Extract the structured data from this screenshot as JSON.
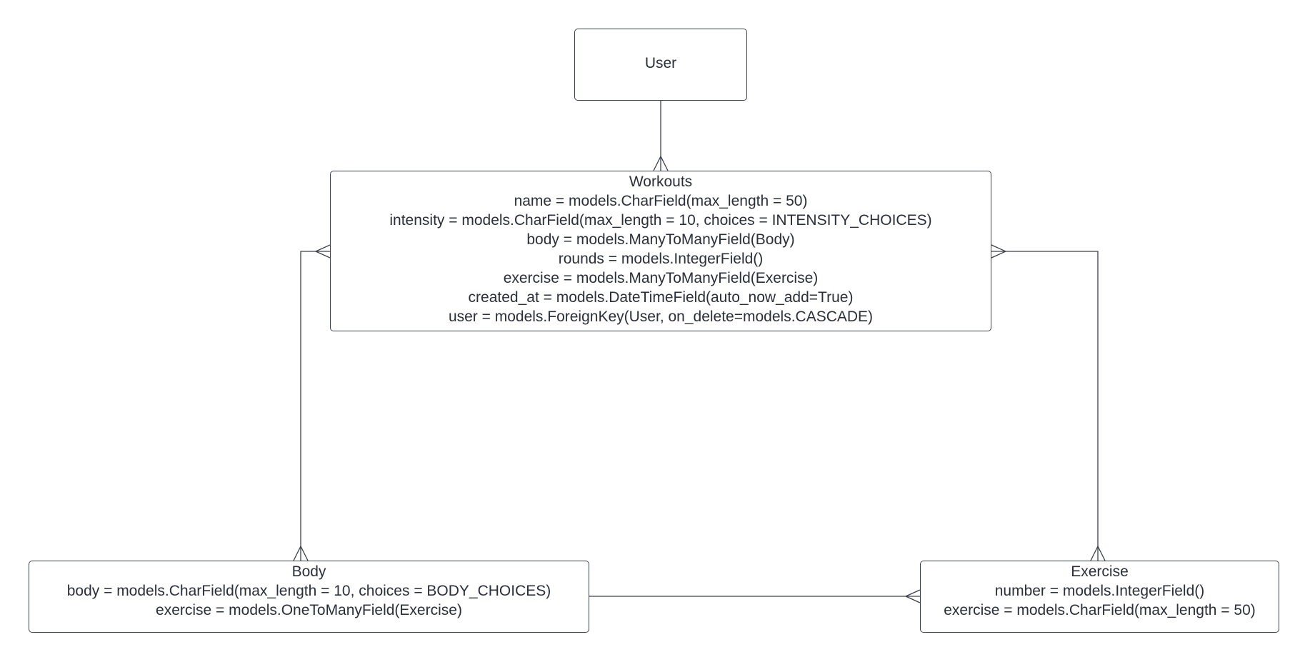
{
  "diagram": {
    "entities": {
      "user": {
        "title": "User",
        "fields": []
      },
      "workouts": {
        "title": "Workouts",
        "fields": [
          "name = models.CharField(max_length = 50)",
          "intensity = models.CharField(max_length = 10, choices = INTENSITY_CHOICES)",
          "body = models.ManyToManyField(Body)",
          "rounds = models.IntegerField()",
          "exercise = models.ManyToManyField(Exercise)",
          "created_at = models.DateTimeField(auto_now_add=True)",
          "user = models.ForeignKey(User, on_delete=models.CASCADE)"
        ]
      },
      "body": {
        "title": "Body",
        "fields": [
          "body = models.CharField(max_length = 10, choices = BODY_CHOICES)",
          "exercise = models.OneToManyField(Exercise)"
        ]
      },
      "exercise": {
        "title": "Exercise",
        "fields": [
          "number = models.IntegerField()",
          "exercise = models.CharField(max_length = 50)"
        ]
      }
    },
    "relationships": [
      {
        "from": "user",
        "to": "workouts",
        "from_end": "one",
        "to_end": "many"
      },
      {
        "from": "workouts",
        "to": "body",
        "from_end": "many",
        "to_end": "many"
      },
      {
        "from": "workouts",
        "to": "exercise",
        "from_end": "many",
        "to_end": "many"
      },
      {
        "from": "body",
        "to": "exercise",
        "from_end": "one",
        "to_end": "many"
      }
    ],
    "colors": {
      "stroke": "#3c404a",
      "text": "#2a2f3a",
      "background": "#ffffff"
    }
  }
}
